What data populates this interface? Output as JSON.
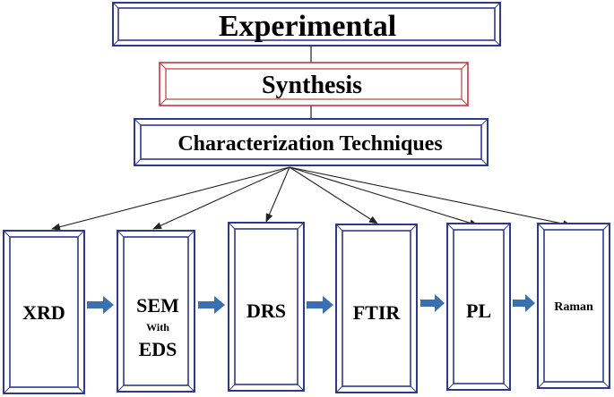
{
  "title": "Experimental",
  "synthesis": "Synthesis",
  "characterization": "Characterization Techniques",
  "techniques": [
    {
      "label": "XRD"
    },
    {
      "label": "SEM",
      "sub": "With",
      "extra": "EDS"
    },
    {
      "label": "DRS"
    },
    {
      "label": "FTIR"
    },
    {
      "label": "PL"
    },
    {
      "label": "Raman"
    }
  ],
  "colors": {
    "frame_blue": "#2d3a8c",
    "frame_red": "#c0393b",
    "arrow_blue": "#3a6fb0",
    "line": "#222222"
  }
}
